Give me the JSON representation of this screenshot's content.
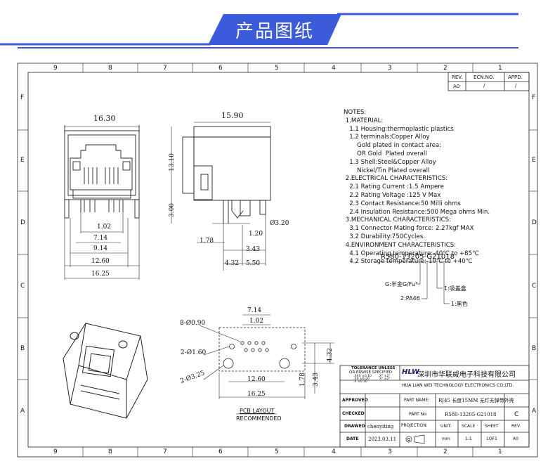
{
  "header": {
    "title": "产品图纸",
    "accent_color": "#3b5bdb"
  },
  "border": {
    "columns": [
      "9",
      "8",
      "7",
      "6",
      "5",
      "4",
      "3",
      "2",
      "1"
    ],
    "rows": [
      "F",
      "E",
      "D",
      "C",
      "B",
      "A"
    ]
  },
  "revision": {
    "headers": [
      "REV.",
      "ECN.NO.",
      "APPD."
    ],
    "values": [
      "A0",
      "/",
      "/"
    ]
  },
  "front_view": {
    "width_top": "16.30",
    "d_1_02": "1.02",
    "d_7_14": "7.14",
    "d_9_14": "9.14",
    "d_12_60": "12.60",
    "d_16_25": "16.25"
  },
  "side_view": {
    "width_top": "15.90",
    "height": "13.10",
    "pin_len": "3.00",
    "d_1_20": "1.20",
    "d_dia": "Ø3.20",
    "d_1_78": "1.78",
    "d_3_43": "3.43",
    "d_4_32": "4.32",
    "d_5_50": "5.50"
  },
  "notes": [
    "NOTES:",
    " 1.MATERIAL:",
    "   1.1 Housing:thermoplastic plastics",
    "   1.2 terminals:Copper Alloy",
    "       Gold plated in contact area:",
    "       OR Gold  Plated overall",
    "   1.3 Shell:Steel&Copper Alloy",
    "       Nickel/Tin Plated overall",
    " 2.ELECTRICAL CHARACTERISTICS:",
    "   2.1 Rating Current :1.5 Ampere",
    "   2.2 Rating Voltage :125 V Max",
    "   2.3 Contact Resistance:50 Milli ohms",
    "   2.4 Insulation Resistance:500 Mega ohms Min.",
    " 3.MECHANICAL CHARACTERISTICS:",
    "   3.1 Connector Mating force: 2.27kgf MAX",
    "   3.2 Durability:750Cycles.",
    " 4.ENVIRONMENT CHARACTERISTICS:",
    "   4.1 Operating temperature:-40℃ to +85℃",
    "   4.2 Storage temperature:-10℃ to +40℃"
  ],
  "part_code": {
    "code": "R580-13205-G21018",
    "opt_g": "G:半金G/Fu\"",
    "opt_pa": "2:PA46",
    "opt_1a": "1:吸盖盒",
    "opt_1b": "1:黑色"
  },
  "pcb": {
    "holes_8": "8-Ø0.90",
    "holes_2a": "2-Ø1.60",
    "holes_2b": "2-Ø3.25",
    "d_7_14": "7.14",
    "d_1_02": "1.02",
    "d_12_60": "12.60",
    "d_16_25": "16.25",
    "d_1_78": "1.78",
    "d_3_43": "3.43",
    "d_4_32": "4.32",
    "caption_1": "PCB LAYOUT",
    "caption_2": "RECOMMENDED"
  },
  "title_block": {
    "tol_title": "TOLERANCE UNLESS",
    "tol_sub": "OR-ERWISE SPECIFIED",
    "tol_lines": [
      ".XXX ±0.10",
      ".XX ±0.20",
      ".X ±0.30"
    ],
    "tol_ang": [
      "X° ±2°",
      "X° ±2°"
    ],
    "logo": "HLW",
    "company_cn": "深圳市华联威电子科技有限公司",
    "company_en": "HUA LIAN WEI TECHNOLOGY ELECTRONICS CO;LTD.",
    "approved": "APPROVED",
    "checked": "CHECKED",
    "drawed": "DRAWED",
    "date": "DATE",
    "part_name_label": "PART NAME:",
    "part_name": "RJ45 长度15MM 无灯无弹带外壳",
    "part_no_label": "PART No:",
    "part_no": "R580-13205-G21018",
    "rev_mark": "C",
    "drawer": "chenyiting",
    "date_value": "2023.03.11",
    "projection": "PROJECTION:",
    "unit_label": "UNIT:",
    "scale_label": "SCALE",
    "sheet_label": "SHEET",
    "rev_label": "REV.",
    "unit": "mm",
    "scale": "1:1",
    "sheet": "1OF1",
    "rev": "A0"
  }
}
